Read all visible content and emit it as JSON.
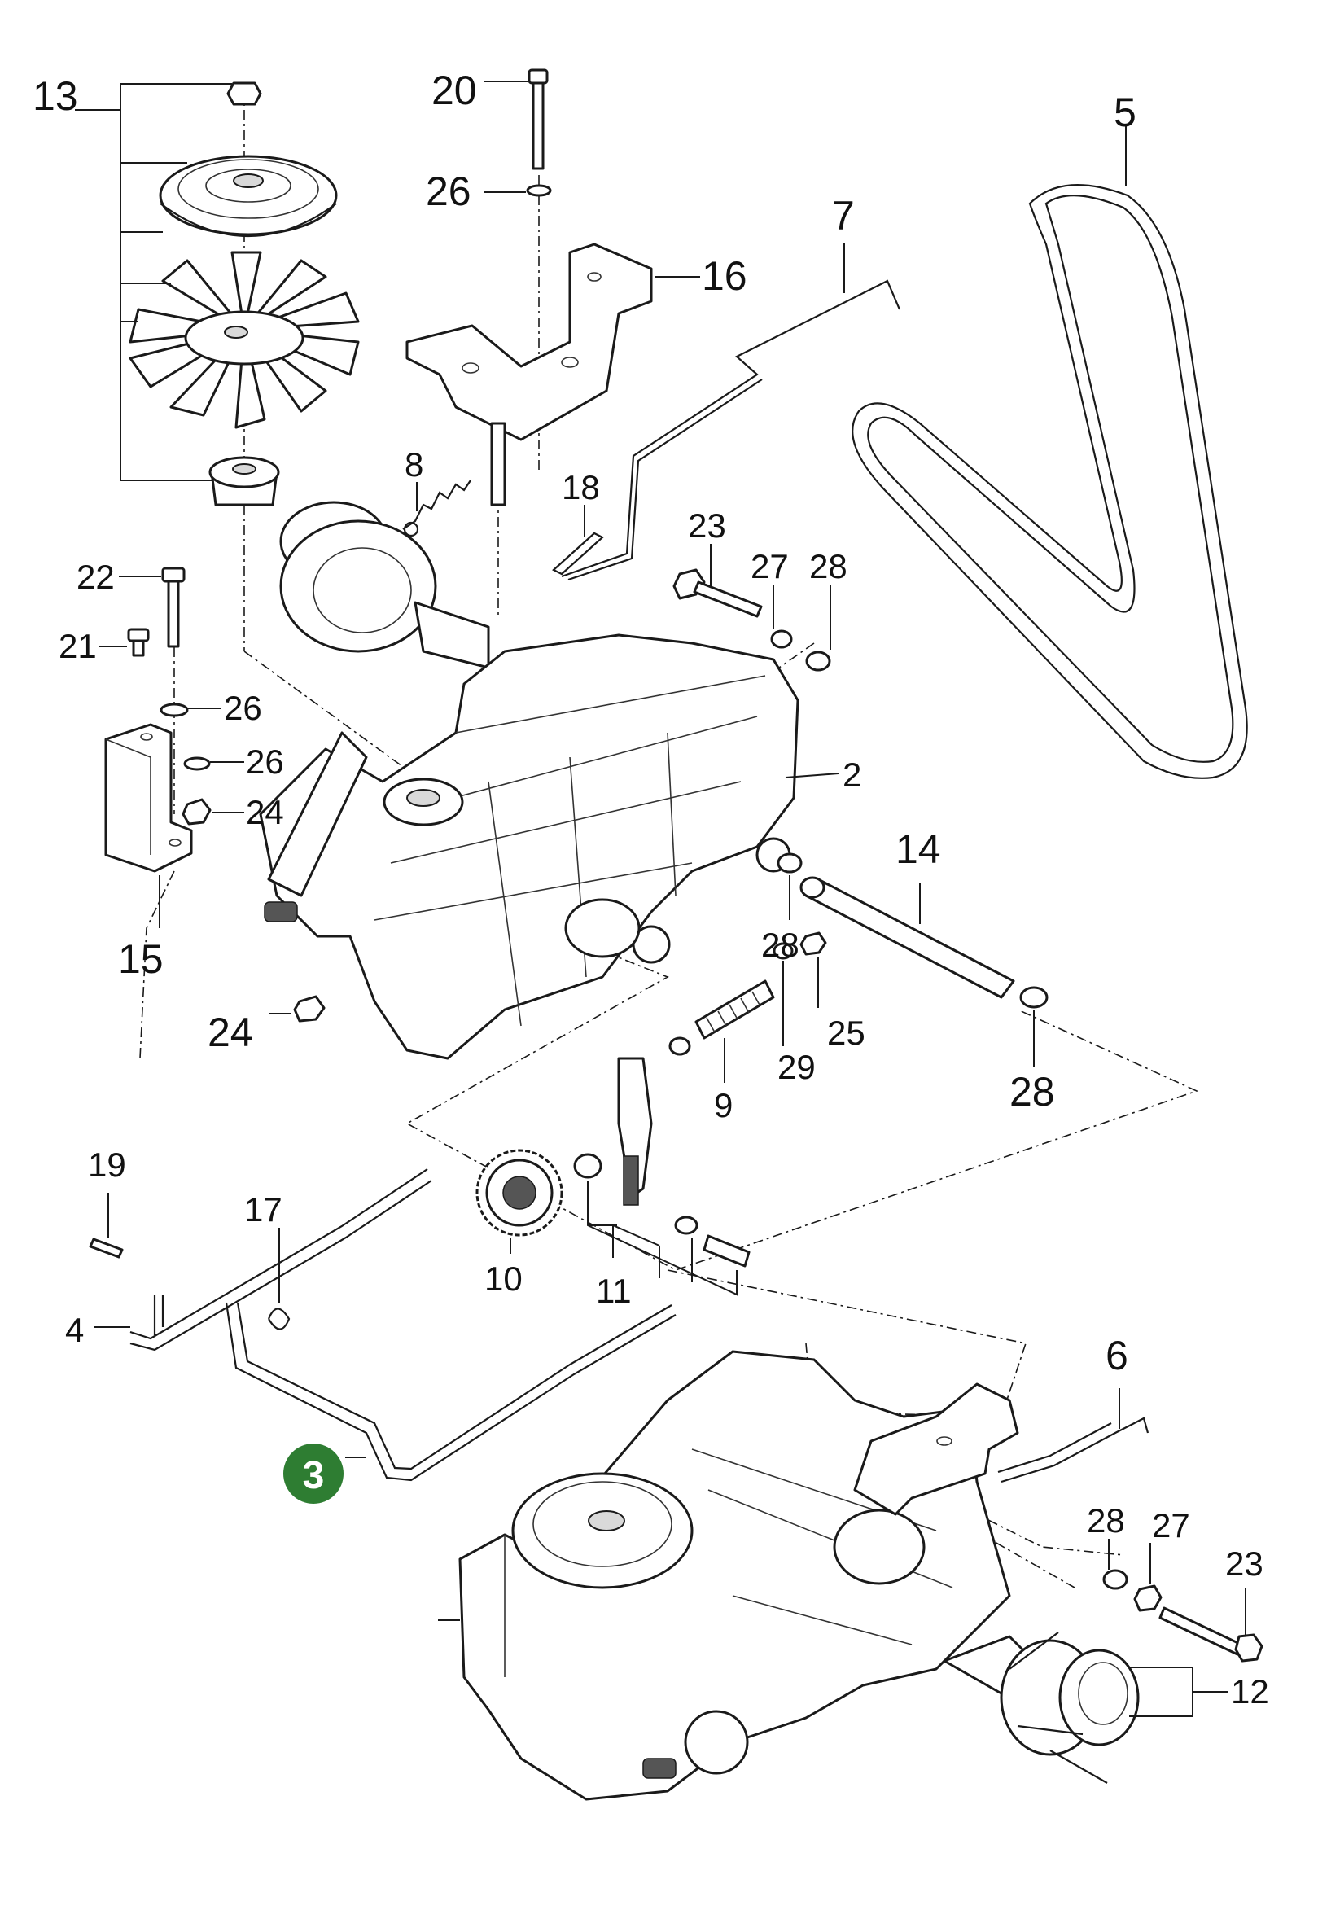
{
  "labels": [
    {
      "id": "13",
      "text": "13"
    },
    {
      "id": "20",
      "text": "20"
    },
    {
      "id": "26a",
      "text": "26"
    },
    {
      "id": "5",
      "text": "5"
    },
    {
      "id": "7",
      "text": "7"
    },
    {
      "id": "16",
      "text": "16"
    },
    {
      "id": "8",
      "text": "8"
    },
    {
      "id": "18",
      "text": "18"
    },
    {
      "id": "23a",
      "text": "23"
    },
    {
      "id": "27a",
      "text": "27"
    },
    {
      "id": "28a",
      "text": "28"
    },
    {
      "id": "22",
      "text": "22"
    },
    {
      "id": "21",
      "text": "21"
    },
    {
      "id": "26b",
      "text": "26"
    },
    {
      "id": "26c",
      "text": "26"
    },
    {
      "id": "24a",
      "text": "24"
    },
    {
      "id": "2",
      "text": "2"
    },
    {
      "id": "14",
      "text": "14"
    },
    {
      "id": "15",
      "text": "15"
    },
    {
      "id": "28b",
      "text": "28"
    },
    {
      "id": "24b",
      "text": "24"
    },
    {
      "id": "25",
      "text": "25"
    },
    {
      "id": "29",
      "text": "29"
    },
    {
      "id": "9",
      "text": "9"
    },
    {
      "id": "28c",
      "text": "28"
    },
    {
      "id": "19",
      "text": "19"
    },
    {
      "id": "17",
      "text": "17"
    },
    {
      "id": "10",
      "text": "10"
    },
    {
      "id": "11",
      "text": "11"
    },
    {
      "id": "4",
      "text": "4"
    },
    {
      "id": "6",
      "text": "6"
    },
    {
      "id": "28d",
      "text": "28"
    },
    {
      "id": "27b",
      "text": "27"
    },
    {
      "id": "23b",
      "text": "23"
    },
    {
      "id": "12",
      "text": "12"
    }
  ],
  "highlight": {
    "text": "3",
    "color": "#2e7d32"
  },
  "colors": {
    "line": "#1a1a1a",
    "fill": "#ffffff",
    "badge": "#2e7d32"
  }
}
